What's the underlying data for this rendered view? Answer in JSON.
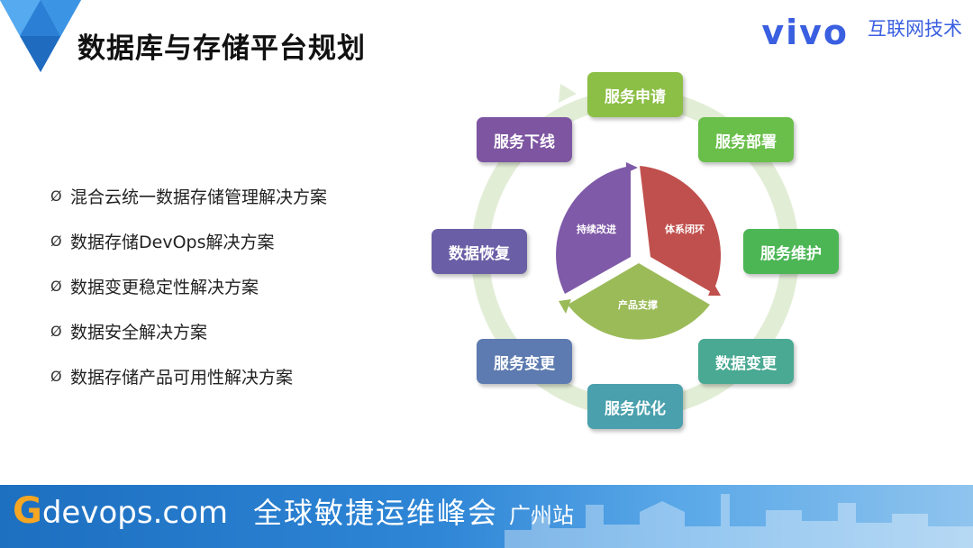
{
  "header": {
    "title": "数据库与存储平台规划",
    "brand": "vivo",
    "brand_sub": "互联网技术"
  },
  "bullets": [
    {
      "symbol": "Ø",
      "text": "混合云统一数据存储管理解决方案"
    },
    {
      "symbol": "Ø",
      "text": "数据存储DevOps解决方案"
    },
    {
      "symbol": "Ø",
      "text": "数据变更稳定性解决方案"
    },
    {
      "symbol": "Ø",
      "text": "数据安全解决方案"
    },
    {
      "symbol": "Ø",
      "text": "数据存储产品可用性解决方案"
    }
  ],
  "cycle": {
    "boxes": {
      "apply": "服务申请",
      "deploy": "服务部署",
      "maintain": "服务维护",
      "data_change": "数据变更",
      "optimize": "服务优化",
      "service_change": "服务变更",
      "recover": "数据恢复",
      "offline": "服务下线"
    },
    "center": {
      "closed_loop": "体系闭环",
      "improve": "持续改进",
      "support": "产品支撑"
    },
    "colors": {
      "apply": "#8cbf45",
      "deploy": "#6abf4b",
      "maintain": "#4cb655",
      "data_change": "#49a992",
      "optimize": "#4aa0ad",
      "service_change": "#5d7bb0",
      "recover": "#6a5fa6",
      "offline": "#7d55a1",
      "closed_loop": "#c0504d",
      "improve": "#7f5aa8",
      "support": "#9bbb59",
      "ring": "#e4efd9"
    }
  },
  "footer": {
    "logo_g": "G",
    "logo_rest": "devops.com",
    "event": "全球敏捷运维峰会",
    "city": "广州站"
  }
}
